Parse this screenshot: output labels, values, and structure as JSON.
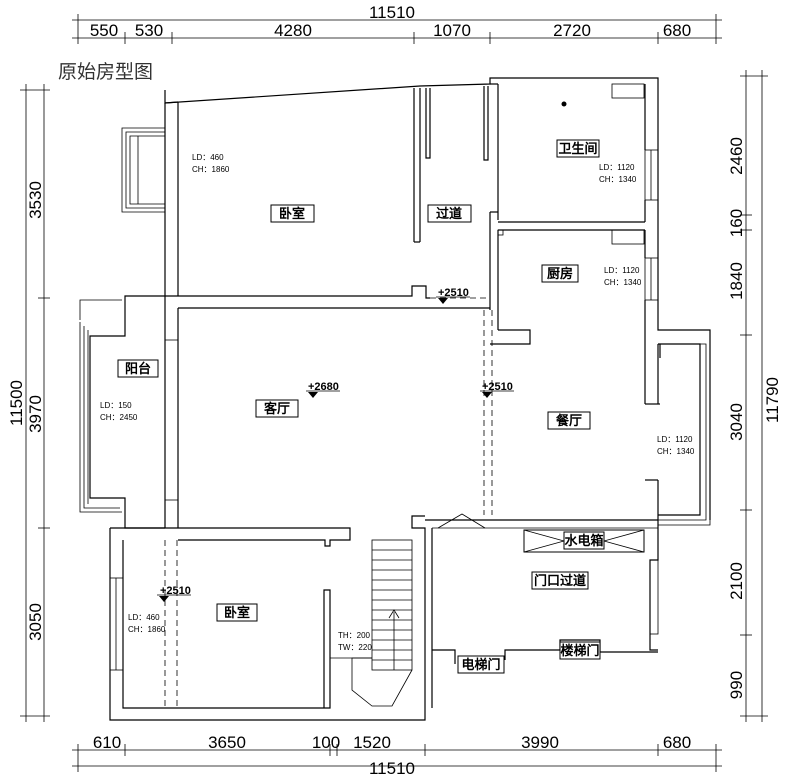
{
  "title": "原始房型图",
  "dims": {
    "top_total": "11510",
    "top": [
      "550",
      "530",
      "4280",
      "1070",
      "2720",
      "680"
    ],
    "bottom_total": "11510",
    "bottom": [
      "610",
      "3650",
      "100",
      "1520",
      "3990",
      "680"
    ],
    "left_total": "11500",
    "left": [
      "3530",
      "3970",
      "3050"
    ],
    "right_total": "11790",
    "right": [
      "2460",
      "160",
      "1840",
      "3040",
      "2100",
      "990"
    ]
  },
  "rooms": {
    "bedroom_top": "卧室",
    "corridor": "过道",
    "bathroom": "卫生间",
    "kitchen": "厨房",
    "balcony": "阳台",
    "living": "客厅",
    "dining": "餐厅",
    "meter_box": "水电箱",
    "entry_corridor": "门口过道",
    "bedroom_bottom": "卧室",
    "elevator_door": "电梯门",
    "stair_door": "楼梯门"
  },
  "notes": {
    "bedroom_top": [
      "LD：460",
      "CH：1860"
    ],
    "bathroom": [
      "LD：1120",
      "CH：1340"
    ],
    "kitchen": [
      "LD：1120",
      "CH：1340"
    ],
    "balcony": [
      "LD：150",
      "CH：2450"
    ],
    "dining": [
      "LD：1120",
      "CH：1340"
    ],
    "bedroom_bottom": [
      "LD：460",
      "CH：1860"
    ],
    "stairs": [
      "TH：200",
      "TW：220"
    ]
  },
  "levels": {
    "corridor": "+2510",
    "living": "+2680",
    "dining": "+2510",
    "bedroom_bottom": "+2510"
  }
}
